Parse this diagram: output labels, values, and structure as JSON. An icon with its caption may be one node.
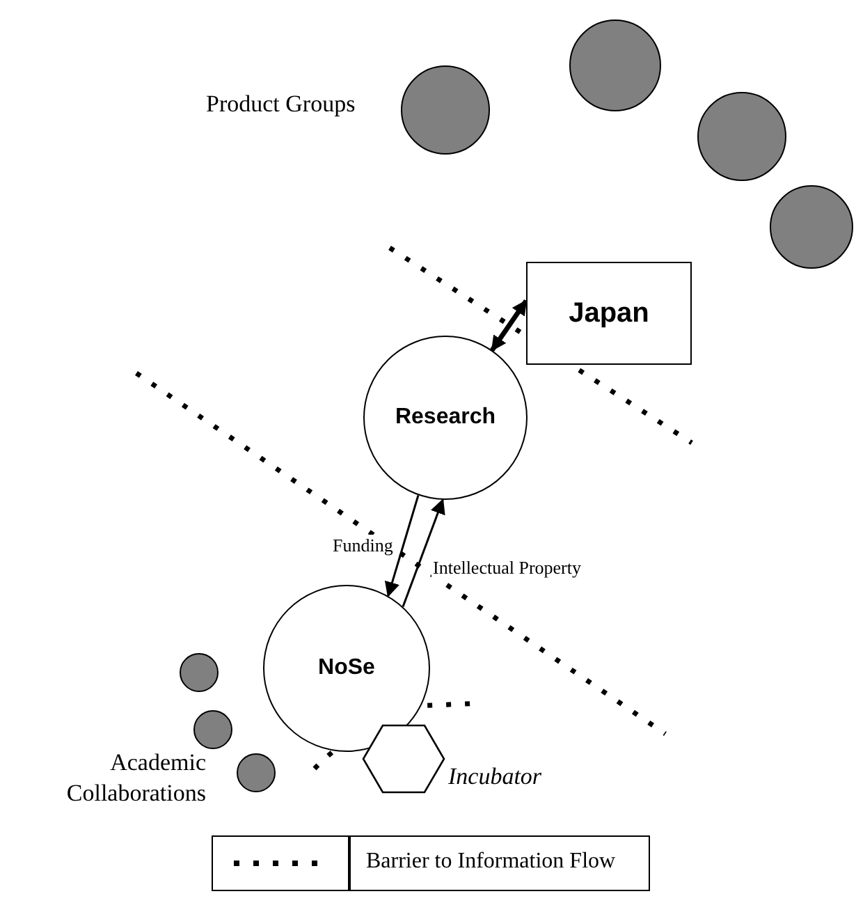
{
  "diagram": {
    "nodes": [
      {
        "text": [
          "Japan"
        ]
      },
      {
        "text": [
          "Research"
        ]
      },
      {
        "text": [
          "NoSe"
        ]
      },
      {
        "text": [],
        "shape": "circle"
      },
      {
        "text": [],
        "shape": "circle"
      },
      {
        "text": [],
        "shape": "circle"
      },
      {
        "text": [],
        "shape": "circle"
      },
      {
        "text": [],
        "shape": "circle"
      },
      {
        "text": [],
        "shape": "circle"
      },
      {
        "text": [],
        "shape": "circle"
      },
      {
        "text": [],
        "shape": "hexagon",
        "beside": [
          "Incubator"
        ]
      }
    ],
    "edges": [
      {
        "from": 0,
        "to": 1,
        "arrow": "both",
        "style": "thick"
      },
      {
        "from": 1,
        "to": 2,
        "arrow": "to",
        "label": "Funding"
      },
      {
        "from": 2,
        "to": 1,
        "arrow": "to",
        "label": "Intellectual Property"
      }
    ],
    "labels": [
      "Product Groups",
      "Academic Collaborations"
    ],
    "legend": [
      {
        "text": "Barrier to Information Flow"
      }
    ]
  }
}
